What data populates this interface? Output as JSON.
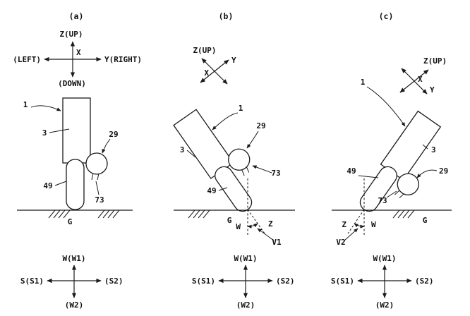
{
  "style": {
    "ink": "#1a1a1a",
    "paper": "#ffffff"
  },
  "panels": [
    {
      "caption": "(a)",
      "axes_top": {
        "up": "Z(UP)",
        "right": "Y(RIGHT)",
        "left": "(LEFT)",
        "down": "(DOWN)",
        "x": "X"
      },
      "refs": {
        "r1": "1",
        "r3": "3",
        "r29": "29",
        "r49": "49",
        "r73": "73",
        "ground": "G"
      },
      "axes_bottom": {
        "up": "W(W1)",
        "left": "S(S1)",
        "right": "(S2)",
        "down": "(W2)"
      }
    },
    {
      "caption": "(b)",
      "axes_top": {
        "up": "Z(UP)",
        "x": "X",
        "y": "Y"
      },
      "refs": {
        "r1": "1",
        "r3": "3",
        "r29": "29",
        "r49": "49",
        "r73": "73",
        "ground": "G",
        "w": "W",
        "z": "Z",
        "angle": "V1"
      },
      "axes_bottom": {
        "up": "W(W1)",
        "left": "S(S1)",
        "right": "(S2)",
        "down": "(W2)"
      }
    },
    {
      "caption": "(c)",
      "axes_top": {
        "up": "Z(UP)",
        "x": "X",
        "y": "Y"
      },
      "refs": {
        "r1": "1",
        "r3": "3",
        "r29": "29",
        "r49": "49",
        "r73": "73",
        "ground": "G",
        "w": "W",
        "z": "Z",
        "angle": "V2"
      },
      "axes_bottom": {
        "up": "W(W1)",
        "left": "S(S1)",
        "right": "(S2)",
        "down": "(W2)"
      }
    }
  ]
}
